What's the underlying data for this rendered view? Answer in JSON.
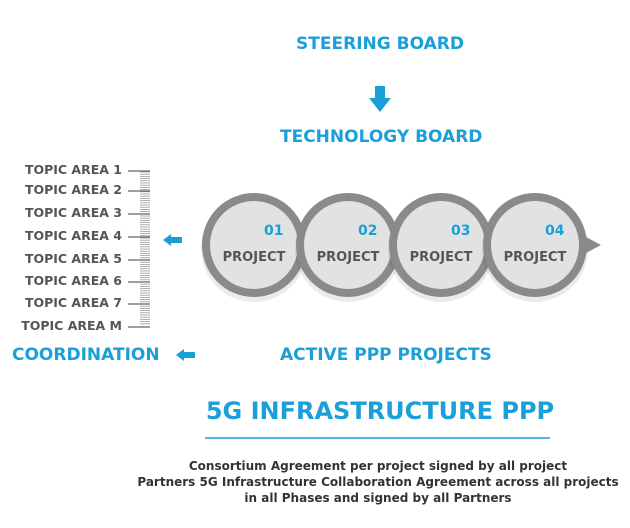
{
  "steering_board": "STEERING BOARD",
  "technology_board": "TECHNOLOGY BOARD",
  "topics": [
    "TOPIC AREA 1",
    "TOPIC AREA 2",
    "TOPIC AREA 3",
    "TOPIC AREA 4",
    "TOPIC AREA 5",
    "TOPIC AREA 6",
    "TOPIC AREA 7",
    "TOPIC AREA M"
  ],
  "projects": [
    {
      "num": "01",
      "label": "PROJECT"
    },
    {
      "num": "02",
      "label": "PROJECT"
    },
    {
      "num": "03",
      "label": "PROJECT"
    },
    {
      "num": "04",
      "label": "PROJECT"
    }
  ],
  "coordination": "COORDINATION",
  "active_projects": "ACTIVE PPP PROJECTS",
  "title": "5G INFRASTRUCTURE PPP",
  "footer": [
    "Consortium Agreement per project signed by all project",
    "Partners 5G Infrastructure Collaboration Agreement across all projects",
    "in all Phases and signed by all Partners"
  ],
  "colors": {
    "accent": "#1a9fd8",
    "ring": "#8a8a8a",
    "text": "#555555"
  }
}
